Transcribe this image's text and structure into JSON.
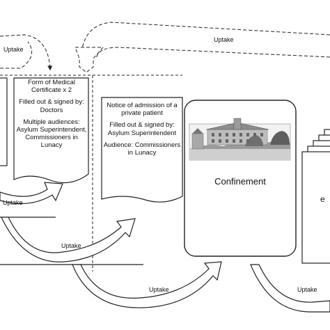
{
  "colors": {
    "line": "#222222",
    "stroke": "#1a1a1a",
    "background": "#ffffff"
  },
  "uptake_label": "Uptake",
  "doc1": {
    "title": "Form of Medical Certificate x 2",
    "signed": "Filled out & signed by: Doctors",
    "audiences": "Multiple audiences: Asylum Superintendent, Commissioners in Lunacy"
  },
  "doc2": {
    "title": "Notice of admission of a private patient",
    "signed": "Filled out & signed by: Asylum Superintendent",
    "audience": "Audience: Commissioners in Lunacy"
  },
  "confinement": {
    "label": "Confinement",
    "photo": "asylum-building-photo"
  },
  "cut_text": "e"
}
